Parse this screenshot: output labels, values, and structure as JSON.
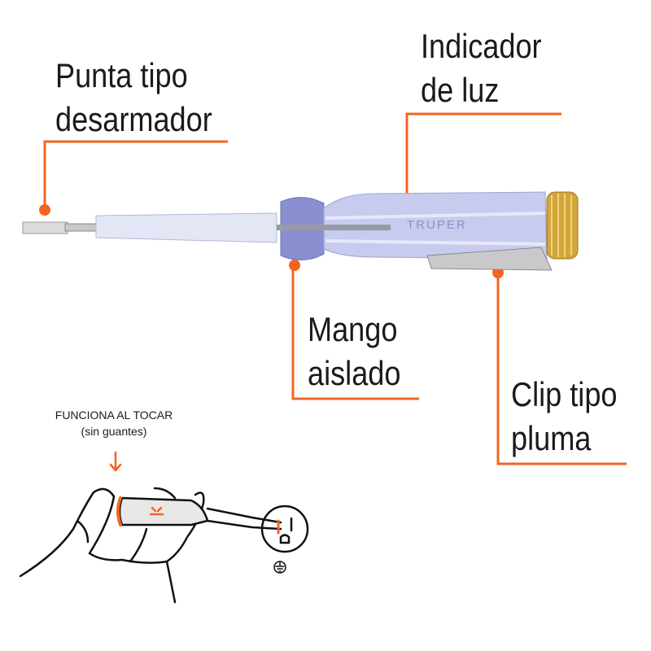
{
  "labels": {
    "tip": [
      "Punta tipo",
      "desarmador"
    ],
    "indicator": [
      "Indicador",
      "de luz"
    ],
    "handle": [
      "Mango",
      "aislado"
    ],
    "clip": [
      "Clip tipo",
      "pluma"
    ]
  },
  "brand_mark": "TRUPER",
  "usage_note": {
    "line1": "FUNCIONA AL TOCAR",
    "line2": "(sin guantes)"
  },
  "colors": {
    "accent": "#f26522",
    "handle": "#b9bfe6",
    "text": "#1a1a1a"
  }
}
